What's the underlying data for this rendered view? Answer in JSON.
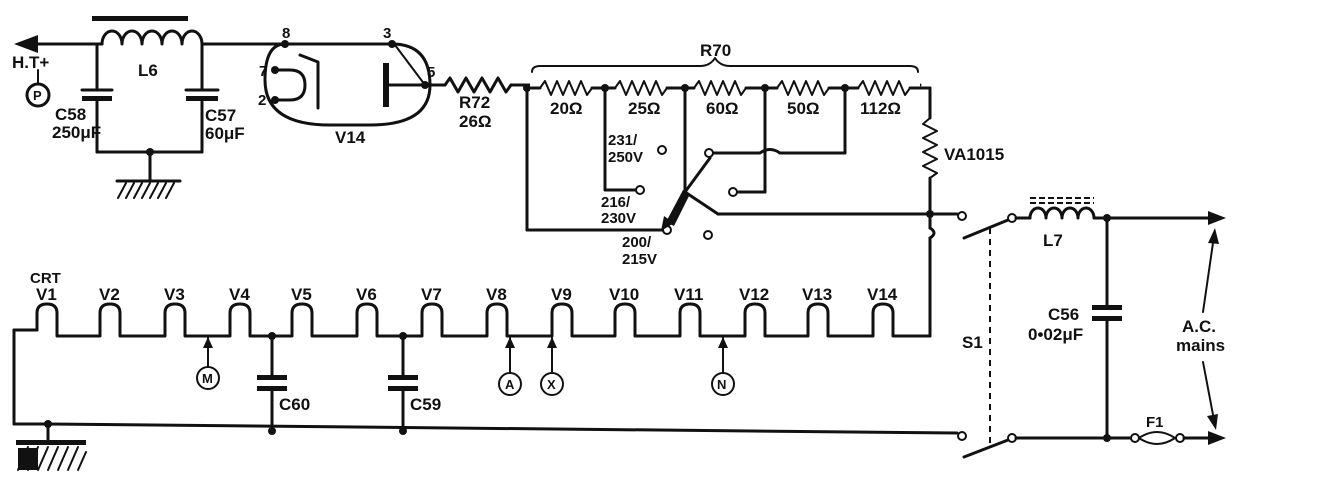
{
  "labels": {
    "ht": "H.T+",
    "p": "P",
    "l6": "L6",
    "c58": "C58",
    "c58_val": "250μF",
    "c57": "C57",
    "c57_val": "60μF",
    "v14_tube": "V14",
    "pin8": "8",
    "pin7": "7",
    "pin2": "2",
    "pin3": "3",
    "pin5": "5",
    "r72": "R72",
    "r72_val": "26Ω",
    "r70": "R70",
    "r20": "20Ω",
    "r25": "25Ω",
    "r60": "60Ω",
    "r50": "50Ω",
    "r112": "112Ω",
    "va1015": "VA1015",
    "tap231": "231/",
    "tap231b": "250V",
    "tap216": "216/",
    "tap216b": "230V",
    "tap200": "200/",
    "tap200b": "215V",
    "crt": "CRT",
    "v1": "V1",
    "v2": "V2",
    "v3": "V3",
    "v4": "V4",
    "v5": "V5",
    "v6": "V6",
    "v7": "V7",
    "v8": "V8",
    "v9": "V9",
    "v10": "V10",
    "v11": "V11",
    "v12": "V12",
    "v13": "V13",
    "v14": "V14",
    "m": "M",
    "a": "A",
    "x": "X",
    "n": "N",
    "c60": "C60",
    "c59": "C59",
    "s1": "S1",
    "l7": "L7",
    "c56": "C56",
    "c56_val": "0•02μF",
    "ac1": "A.C.",
    "ac2": "mains",
    "f1": "F1"
  }
}
